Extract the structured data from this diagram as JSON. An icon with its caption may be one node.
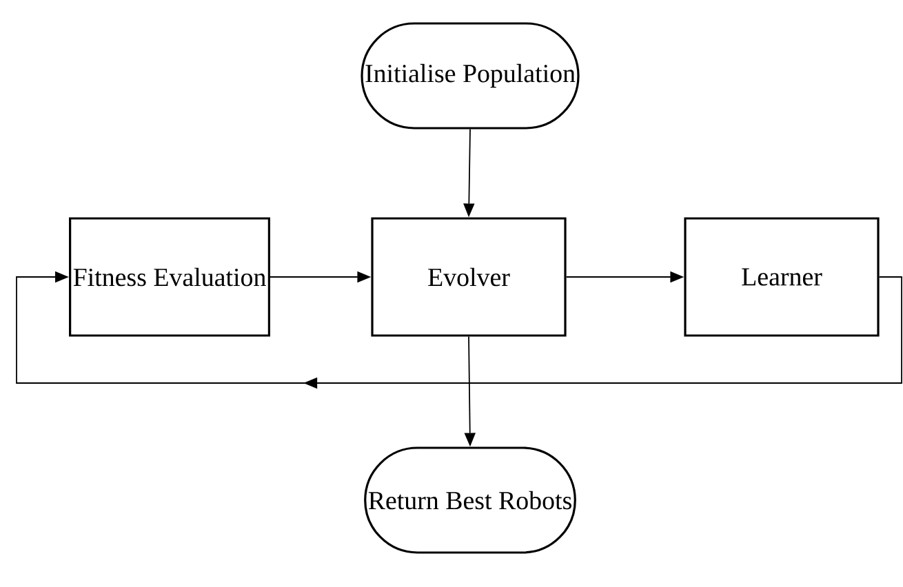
{
  "diagram": {
    "nodes": [
      {
        "text": [
          "Initialise Population"
        ]
      },
      {
        "text": [
          "Fitness Evaluation"
        ]
      },
      {
        "text": [
          "Evolver"
        ]
      },
      {
        "text": [
          "Learner"
        ]
      },
      {
        "text": [
          "Return Best Robots"
        ]
      }
    ],
    "edges": [
      {
        "from": 0,
        "to": 2,
        "arrow": "to"
      },
      {
        "from": 1,
        "to": 2,
        "arrow": "to"
      },
      {
        "from": 2,
        "to": 3,
        "arrow": "to"
      },
      {
        "from": 3,
        "to": 1,
        "arrow": "to"
      },
      {
        "from": 2,
        "to": 4,
        "arrow": "to"
      }
    ]
  }
}
